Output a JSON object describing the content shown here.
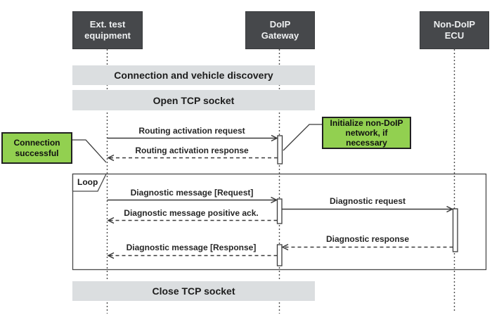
{
  "diagram_type": "uml-sequence-diagram",
  "actors": [
    {
      "label": "Ext. test equipment"
    },
    {
      "label": "DoIP Gateway"
    },
    {
      "label": "Non-DoIP ECU"
    }
  ],
  "bands": [
    {
      "label": "Connection and vehicle discovery"
    },
    {
      "label": "Open TCP socket"
    },
    {
      "label": "Close TCP socket"
    }
  ],
  "loop": {
    "label": "Loop"
  },
  "messages": [
    {
      "label": "Routing activation request",
      "style": "solid",
      "from": "Ext. test equipment",
      "to": "DoIP Gateway"
    },
    {
      "label": "Routing activation response",
      "style": "dashed",
      "from": "DoIP Gateway",
      "to": "Ext. test equipment"
    },
    {
      "label": "Diagnostic message [Request]",
      "style": "solid",
      "from": "Ext. test equipment",
      "to": "DoIP Gateway",
      "in_loop": true
    },
    {
      "label": "Diagnostic request",
      "style": "solid",
      "from": "DoIP Gateway",
      "to": "Non-DoIP ECU",
      "in_loop": true
    },
    {
      "label": "Diagnostic message positive ack.",
      "style": "dashed",
      "from": "DoIP Gateway",
      "to": "Ext. test equipment",
      "in_loop": true
    },
    {
      "label": "Diagnostic response",
      "style": "dashed",
      "from": "Non-DoIP ECU",
      "to": "DoIP Gateway",
      "in_loop": true
    },
    {
      "label": "Diagnostic message [Response]",
      "style": "dashed",
      "from": "DoIP Gateway",
      "to": "Ext. test equipment",
      "in_loop": true
    }
  ],
  "notes": [
    {
      "label": "Connection successful",
      "attached_to": "Routing activation response"
    },
    {
      "label": "Initialize non-DoIP network, if necessary",
      "attached_to": "DoIP Gateway activation"
    }
  ],
  "colors": {
    "actor_bg": "#46484b",
    "actor_text": "#eef0f1",
    "band_bg": "#dbdee0",
    "note_bg": "#92d050",
    "line": "#3a3a3a",
    "background": "#ffffff"
  }
}
